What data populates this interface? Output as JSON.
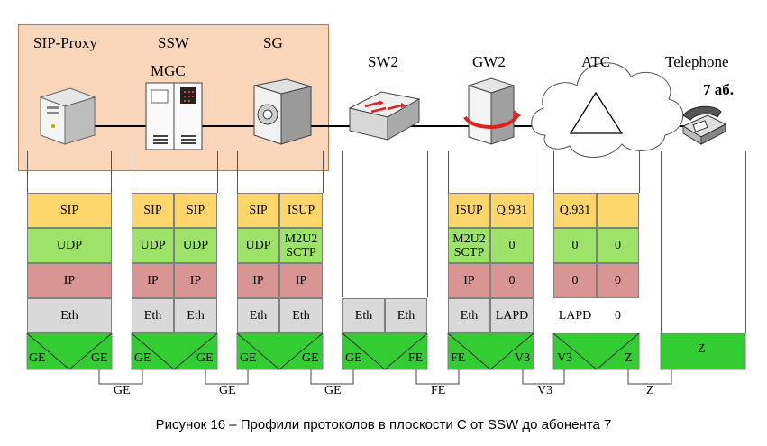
{
  "devices": {
    "sip_proxy": "SIP-Proxy",
    "ssw": "SSW",
    "mgc": "MGC",
    "sg": "SG",
    "sw2": "SW2",
    "gw2": "GW2",
    "atc": "ATC",
    "telephone": "Telephone",
    "subscriber": "7 аб."
  },
  "stacks": {
    "sip_proxy": {
      "l4": "SIP",
      "l3": "UDP",
      "l2": "IP",
      "l1": "Eth",
      "phy_l": "GE",
      "phy_r": "GE"
    },
    "ssw": {
      "l4a": "SIP",
      "l4b": "SIP",
      "l3a": "UDP",
      "l3b": "UDP",
      "l2a": "IP",
      "l2b": "IP",
      "l1a": "Eth",
      "l1b": "Eth",
      "phy_l": "GE",
      "phy_r": "GE"
    },
    "sg": {
      "l4a": "SIP",
      "l4b": "ISUP",
      "l3a": "UDP",
      "l3b": "M2U2\nSCTP",
      "l2a": "IP",
      "l2b": "IP",
      "l1a": "Eth",
      "l1b": "Eth",
      "phy_l": "GE",
      "phy_r": "GE"
    },
    "sw2": {
      "l1a": "Eth",
      "l1b": "Eth",
      "phy_l": "GE",
      "phy_r": "FE"
    },
    "gw2": {
      "l4a": "ISUP",
      "l4b": "Q.931",
      "l3a": "M2U2\nSCTP",
      "l3b": "0",
      "l2a": "IP",
      "l2b": "0",
      "l1a": "Eth",
      "l1b": "LAPD",
      "phy_l": "FE",
      "phy_r": "V3"
    },
    "atc": {
      "l4a": "Q.931",
      "l4b": "",
      "l3a": "0",
      "l3b": "0",
      "l2a": "0",
      "l2b": "0",
      "l1a": "LAPD",
      "l1b": "0",
      "phy_l": "V3",
      "phy_r": "Z"
    },
    "telephone": {
      "phy": "Z"
    }
  },
  "links": [
    "GE",
    "GE",
    "GE",
    "FE",
    "V3",
    "Z"
  ],
  "caption": "Рисунок 16 – Профили протоколов в плоскости С от SSW до абонента 7",
  "colors": {
    "zone": "#f9d5b9",
    "application": "#fcd66b",
    "transport": "#9de36a",
    "network": "#d99594",
    "link": "#d9d9d9",
    "physical": "#33cc33"
  }
}
